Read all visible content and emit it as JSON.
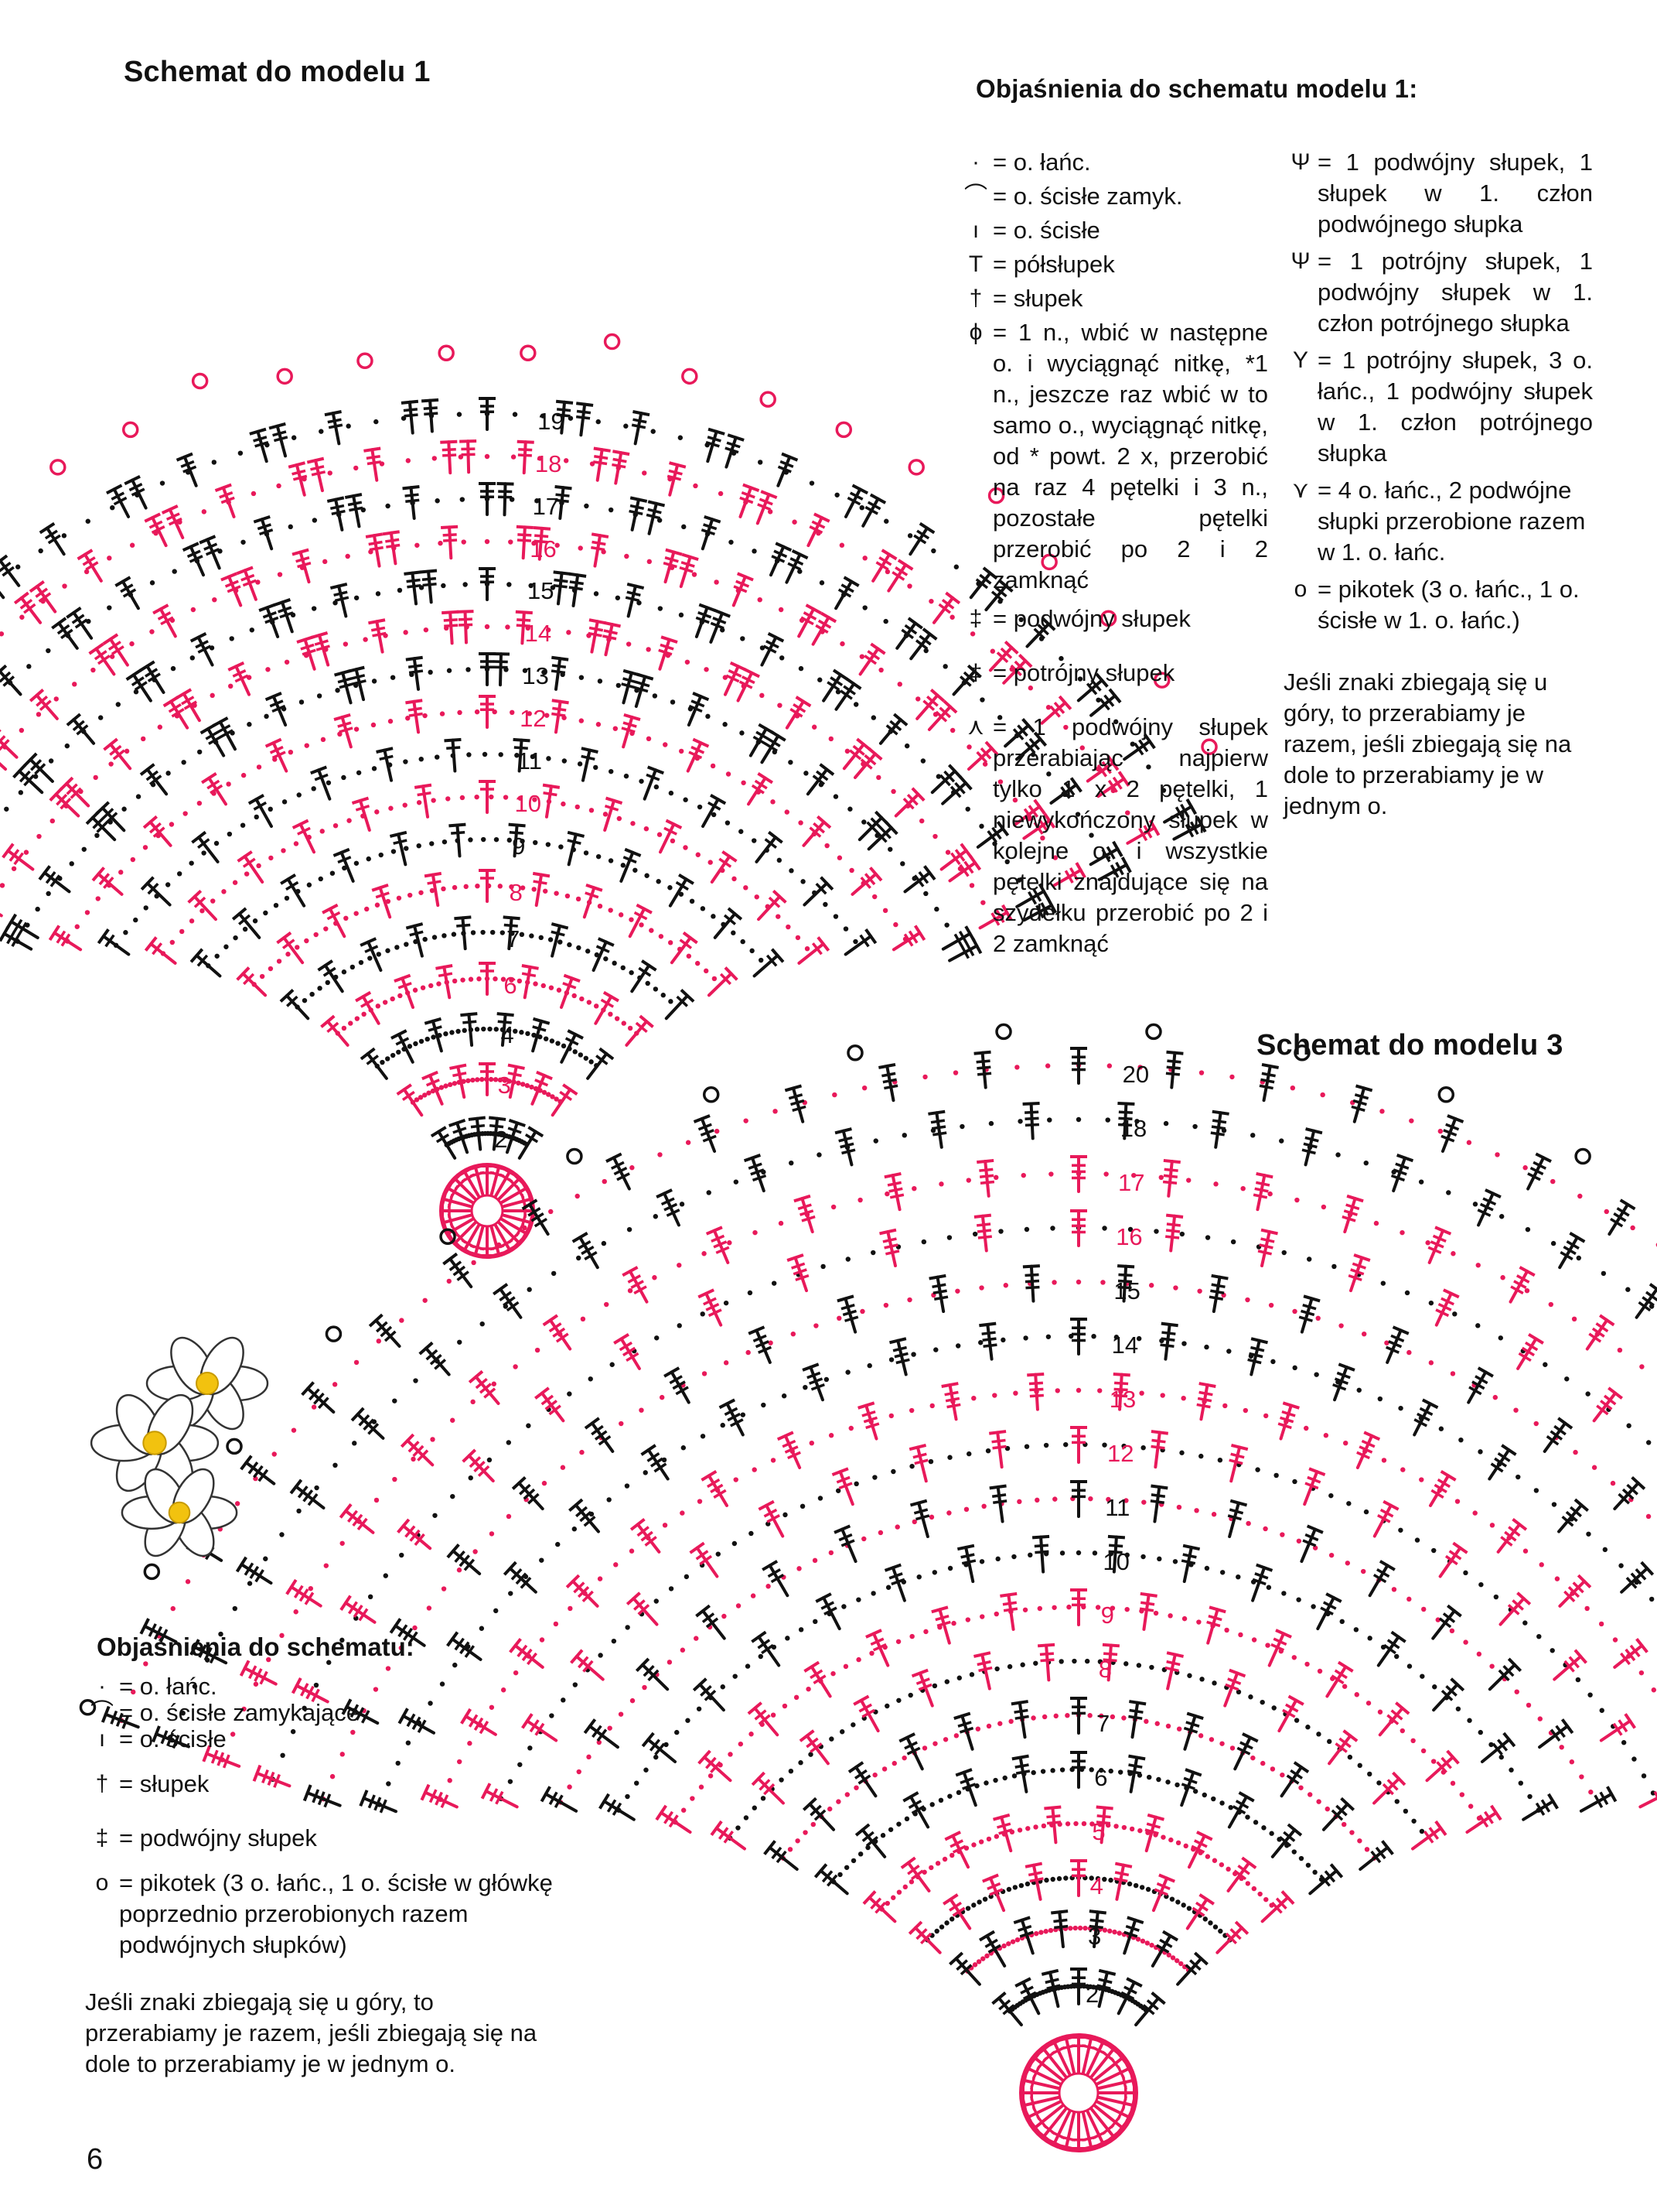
{
  "page": {
    "number": "6"
  },
  "model1": {
    "title": "Schemat do modelu 1",
    "rounds": [
      "2",
      "3",
      "4",
      "6",
      "7",
      "8",
      "9",
      "10",
      "11",
      "12",
      "13",
      "14",
      "15",
      "16",
      "17",
      "18",
      "19"
    ]
  },
  "model1_legend": {
    "title": "Objaśnienia do schematu modelu 1:",
    "col1": [
      {
        "sym": "·",
        "text": "= o. łańc."
      },
      {
        "sym": "⌒",
        "text": "= o. ścisłe zamyk."
      },
      {
        "sym": "ı",
        "text": "= o. ścisłe"
      },
      {
        "sym": "T",
        "text": "= półsłupek"
      },
      {
        "sym": "†",
        "text": "= słupek"
      },
      {
        "sym": "ϕ",
        "text": "= 1 n., wbić w następne o. i wyciągnąć nitkę, *1 n., jeszcze raz wbić w to samo o., wyciągnąć nitkę, od * powt. 2 x, przerobić na raz 4 pętelki i 3 n., pozostałe pętelki przerobić po 2 i 2 zamknąć"
      },
      {
        "sym": "‡",
        "text": "= podwójny słupek"
      },
      {
        "sym": "‡",
        "text": "= potrójny słupek"
      },
      {
        "sym": "⋏",
        "text": "= 1 podwójny słupek przerabiając najpierw tylko 1 x 2 pętelki, 1 niewykończony słupek w kolejne o. i wszystkie pętelki znajdujące się na szydełku przerobić po 2 i 2 zamknąć"
      }
    ],
    "col2": [
      {
        "sym": "Ψ",
        "text": "= 1 podwójny słupek, 1 słupek w 1. człon podwójnego słupka"
      },
      {
        "sym": "Ψ",
        "text": "= 1 potrójny słupek, 1 podwójny słupek w 1. człon potrójnego słupka"
      },
      {
        "sym": "Y",
        "text": "= 1 potrójny słupek, 3 o. łańc., 1 podwójny słupek w 1. człon potrójnego słupka"
      },
      {
        "sym": "⋎",
        "text": "= 4 o. łańc., 2 podwójne słupki przerobione razem w 1. o. łańc."
      },
      {
        "sym": "o",
        "text": "= pikotek (3 o. łańc., 1 o. ścisłe w 1. o. łańc.)"
      }
    ],
    "note": "Jeśli znaki zbiegają się u góry, to przerabiamy je razem, jeśli zbiegają się na dole to przerabiamy je w jednym o."
  },
  "model3": {
    "title": "Schemat do modelu 3",
    "rounds": [
      "2",
      "3",
      "4",
      "5",
      "6",
      "7",
      "8",
      "9",
      "10",
      "11",
      "12",
      "13",
      "14",
      "15",
      "16",
      "17",
      "18",
      "20"
    ]
  },
  "general_legend": {
    "title": "Objaśnienia do schematu:",
    "items": [
      {
        "sym": "·",
        "text": "= o. łańc."
      },
      {
        "sym": "⌒",
        "text": "= o. ścisłe zamykające"
      },
      {
        "sym": "ı",
        "text": "= o. ścisłe"
      },
      {
        "sym": "†",
        "text": "= słupek"
      },
      {
        "sym": "‡",
        "text": "= podwójny słupek"
      },
      {
        "sym": "o",
        "text": "= pikotek (3 o. łańc., 1 o. ścisłe w główkę poprzednio przerobionych razem podwójnych słupków)"
      }
    ],
    "note": "Jeśli znaki zbiegają się u góry, to przerabiamy je razem, jeśli zbiegają się na dole to przerabiamy je w jednym o."
  },
  "colors": {
    "pink": "#e8195a",
    "black": "#111111",
    "flower_center": "#f2c20f"
  }
}
